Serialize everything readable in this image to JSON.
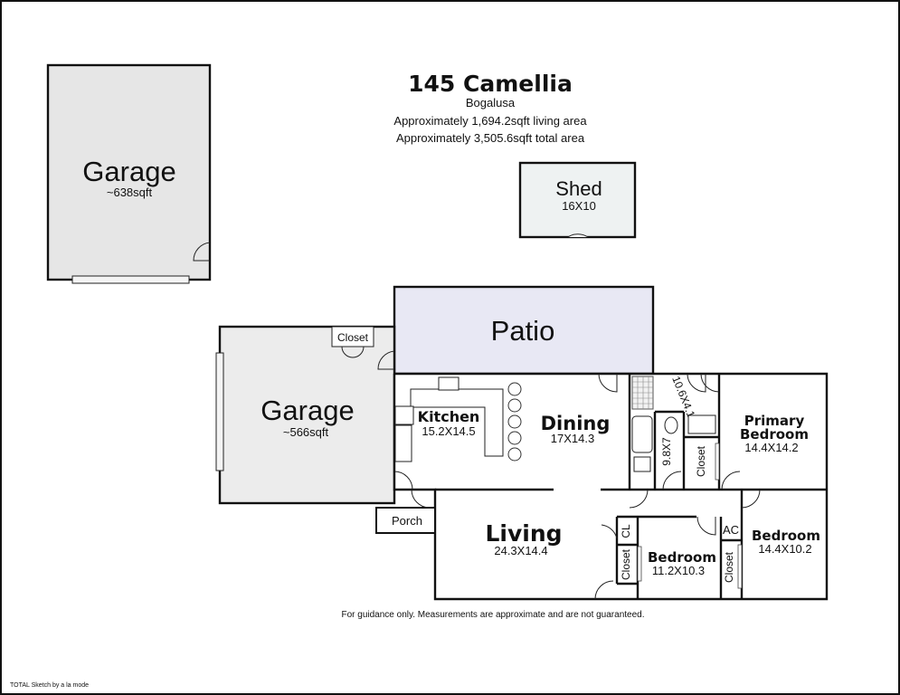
{
  "header": {
    "title": "145 Camellia",
    "city": "Bogalusa",
    "living_area": "Approximately 1,694.2sqft living area",
    "total_area": "Approximately 3,505.6sqft total area"
  },
  "rooms": {
    "detached_garage": {
      "name": "Garage",
      "size": "~638sqft"
    },
    "shed": {
      "name": "Shed",
      "size": "16X10"
    },
    "patio": {
      "name": "Patio"
    },
    "attached_garage": {
      "name": "Garage",
      "size": "~566sqft"
    },
    "garage_closet": {
      "name": "Closet"
    },
    "kitchen": {
      "name": "Kitchen",
      "size": "15.2X14.5"
    },
    "dining": {
      "name": "Dining",
      "size": "17X14.3"
    },
    "living": {
      "name": "Living",
      "size": "24.3X14.4"
    },
    "porch": {
      "name": "Porch"
    },
    "bath1": {
      "size": "10.6X4.1"
    },
    "bath2": {
      "size": "9.8X7"
    },
    "primary_closet": {
      "name": "Closet"
    },
    "primary_bedroom": {
      "name_line1": "Primary",
      "name_line2": "Bedroom",
      "size": "14.4X14.2"
    },
    "bedroom2": {
      "name": "Bedroom",
      "size": "11.2X10.3"
    },
    "bedroom2_cl": {
      "name": "CL"
    },
    "bedroom2_closet": {
      "name": "Closet"
    },
    "bedroom3": {
      "name": "Bedroom",
      "size": "14.4X10.2"
    },
    "bedroom3_ac": {
      "name": "AC"
    },
    "bedroom3_closet": {
      "name": "Closet"
    }
  },
  "footer": {
    "disclaimer": "For guidance only. Measurements are approximate and are not guaranteed.",
    "credit": "TOTAL Sketch by a la mode"
  },
  "colors": {
    "garage_fill": "#e6e6e6",
    "shed_fill": "#eef2f2",
    "patio_fill": "#e8e8f4",
    "interior_fill": "#ffffff",
    "wall": "#111111"
  }
}
